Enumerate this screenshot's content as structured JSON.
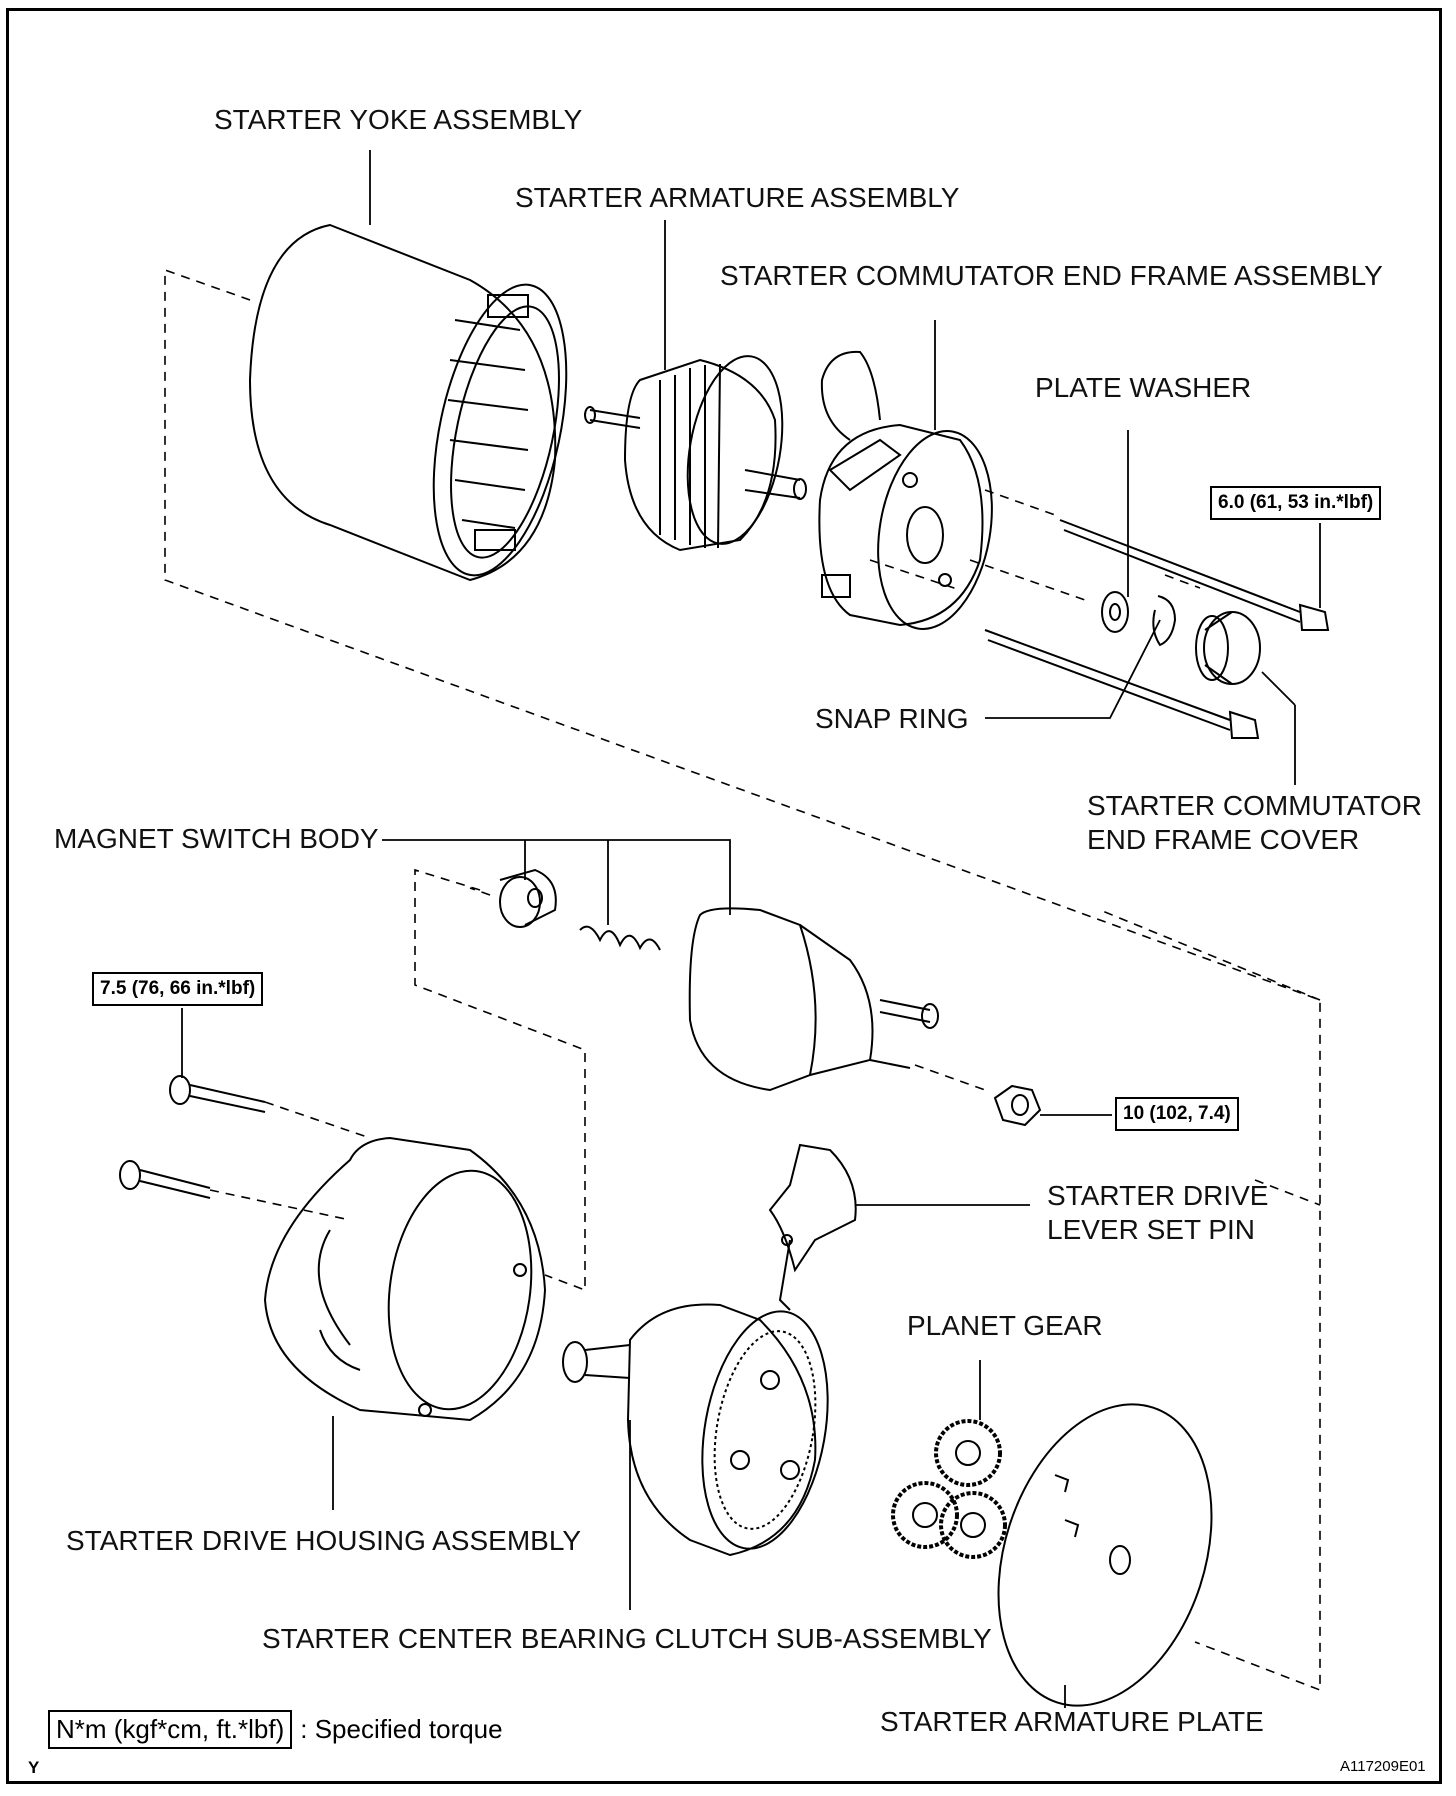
{
  "labels": {
    "starter_yoke": "STARTER YOKE ASSEMBLY",
    "starter_armature": "STARTER ARMATURE ASSEMBLY",
    "commutator_end_frame": "STARTER COMMUTATOR END FRAME ASSEMBLY",
    "plate_washer": "PLATE WASHER",
    "snap_ring": "SNAP RING",
    "commutator_cover_1": "STARTER COMMUTATOR",
    "commutator_cover_2": "END FRAME COVER",
    "magnet_switch": "MAGNET SWITCH BODY",
    "drive_lever_1": "STARTER DRIVE",
    "drive_lever_2": "LEVER SET PIN",
    "planet_gear": "PLANET GEAR",
    "drive_housing": "STARTER DRIVE HOUSING ASSEMBLY",
    "center_bearing": "STARTER CENTER BEARING CLUTCH SUB-ASSEMBLY",
    "armature_plate": "STARTER ARMATURE PLATE"
  },
  "torques": {
    "through_bolt": "6.0 (61, 53 in.*lbf)",
    "housing_bolt": "7.5 (76, 66 in.*lbf)",
    "nut": "10 (102, 7.4)"
  },
  "legend": {
    "unit_box": "N*m (kgf*cm, ft.*lbf)",
    "text": ": Specified torque"
  },
  "footer": {
    "left": "Y",
    "right": "A117209E01"
  }
}
